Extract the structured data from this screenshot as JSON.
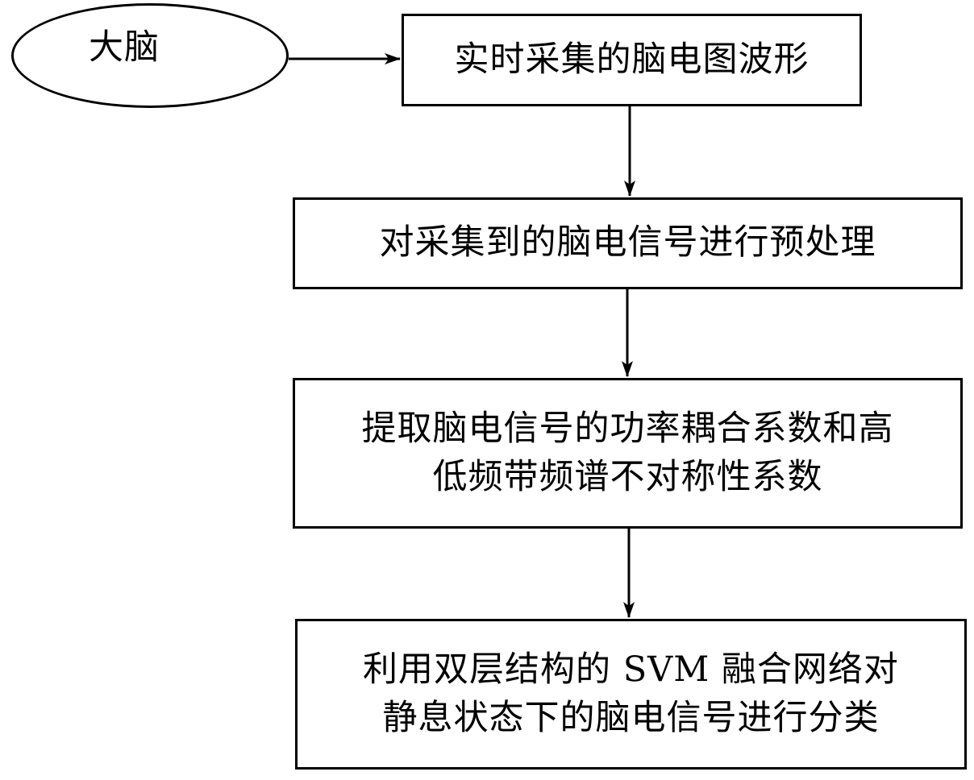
{
  "nodes": {
    "brain": {
      "label": "大脑"
    },
    "step1": {
      "label": "实时采集的脑电图波形"
    },
    "step2": {
      "label": "对采集到的脑电信号进行预处理"
    },
    "step3": {
      "line1": "提取脑电信号的功率耦合系数和高",
      "line2": "低频带频谱不对称性系数"
    },
    "step4": {
      "line1": "利用双层结构的 SVM 融合网络对",
      "line2": "静息状态下的脑电信号进行分类"
    }
  }
}
